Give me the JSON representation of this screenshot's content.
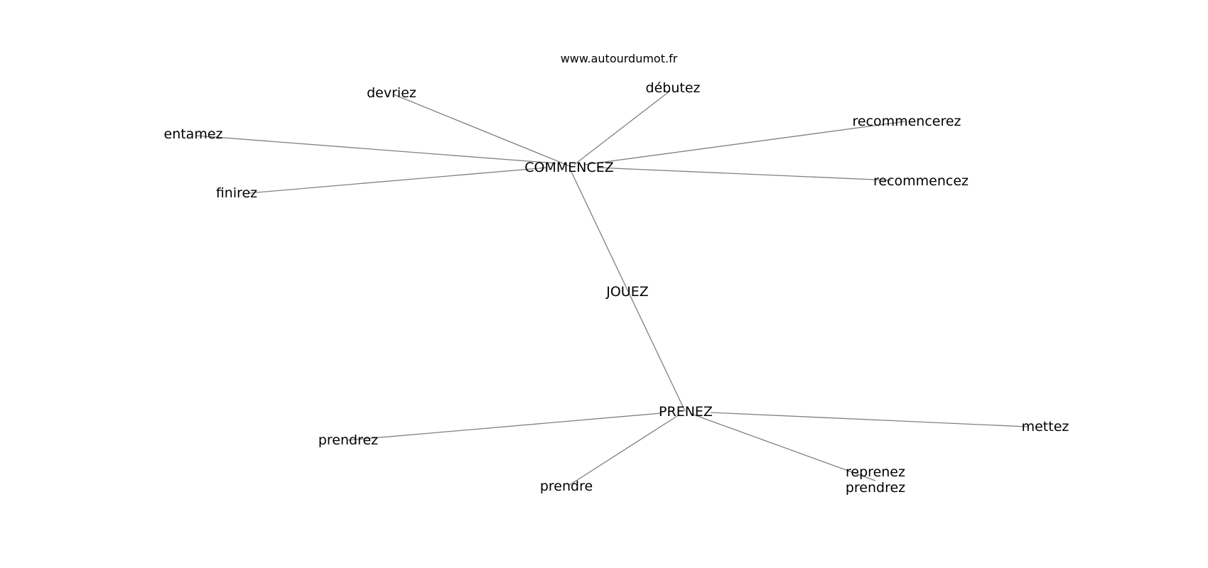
{
  "site": "www.autourdumot.fr",
  "nodes": {
    "commencez": "COMMENCEZ",
    "jouez": "JOUEZ",
    "prenez": "PRENEZ",
    "devriez": "devriez",
    "debutez": "débutez",
    "entamez": "entamez",
    "recommencerez": "recommencerez",
    "finirez": "finirez",
    "recommencez": "recommencez",
    "prendrez": "prendrez",
    "prendre": "prendre",
    "mettez": "mettez",
    "reprenez_prendrez_line1": "reprenez",
    "reprenez_prendrez_line2": "prendrez"
  },
  "edges": [
    [
      "commencez",
      "devriez"
    ],
    [
      "commencez",
      "debutez"
    ],
    [
      "commencez",
      "entamez"
    ],
    [
      "commencez",
      "recommencerez"
    ],
    [
      "commencez",
      "finirez"
    ],
    [
      "commencez",
      "recommencez"
    ],
    [
      "commencez",
      "prenez"
    ],
    [
      "prenez",
      "prendrez"
    ],
    [
      "prenez",
      "prendre"
    ],
    [
      "prenez",
      "mettez"
    ],
    [
      "prenez",
      "reprenez_prendrez"
    ]
  ]
}
